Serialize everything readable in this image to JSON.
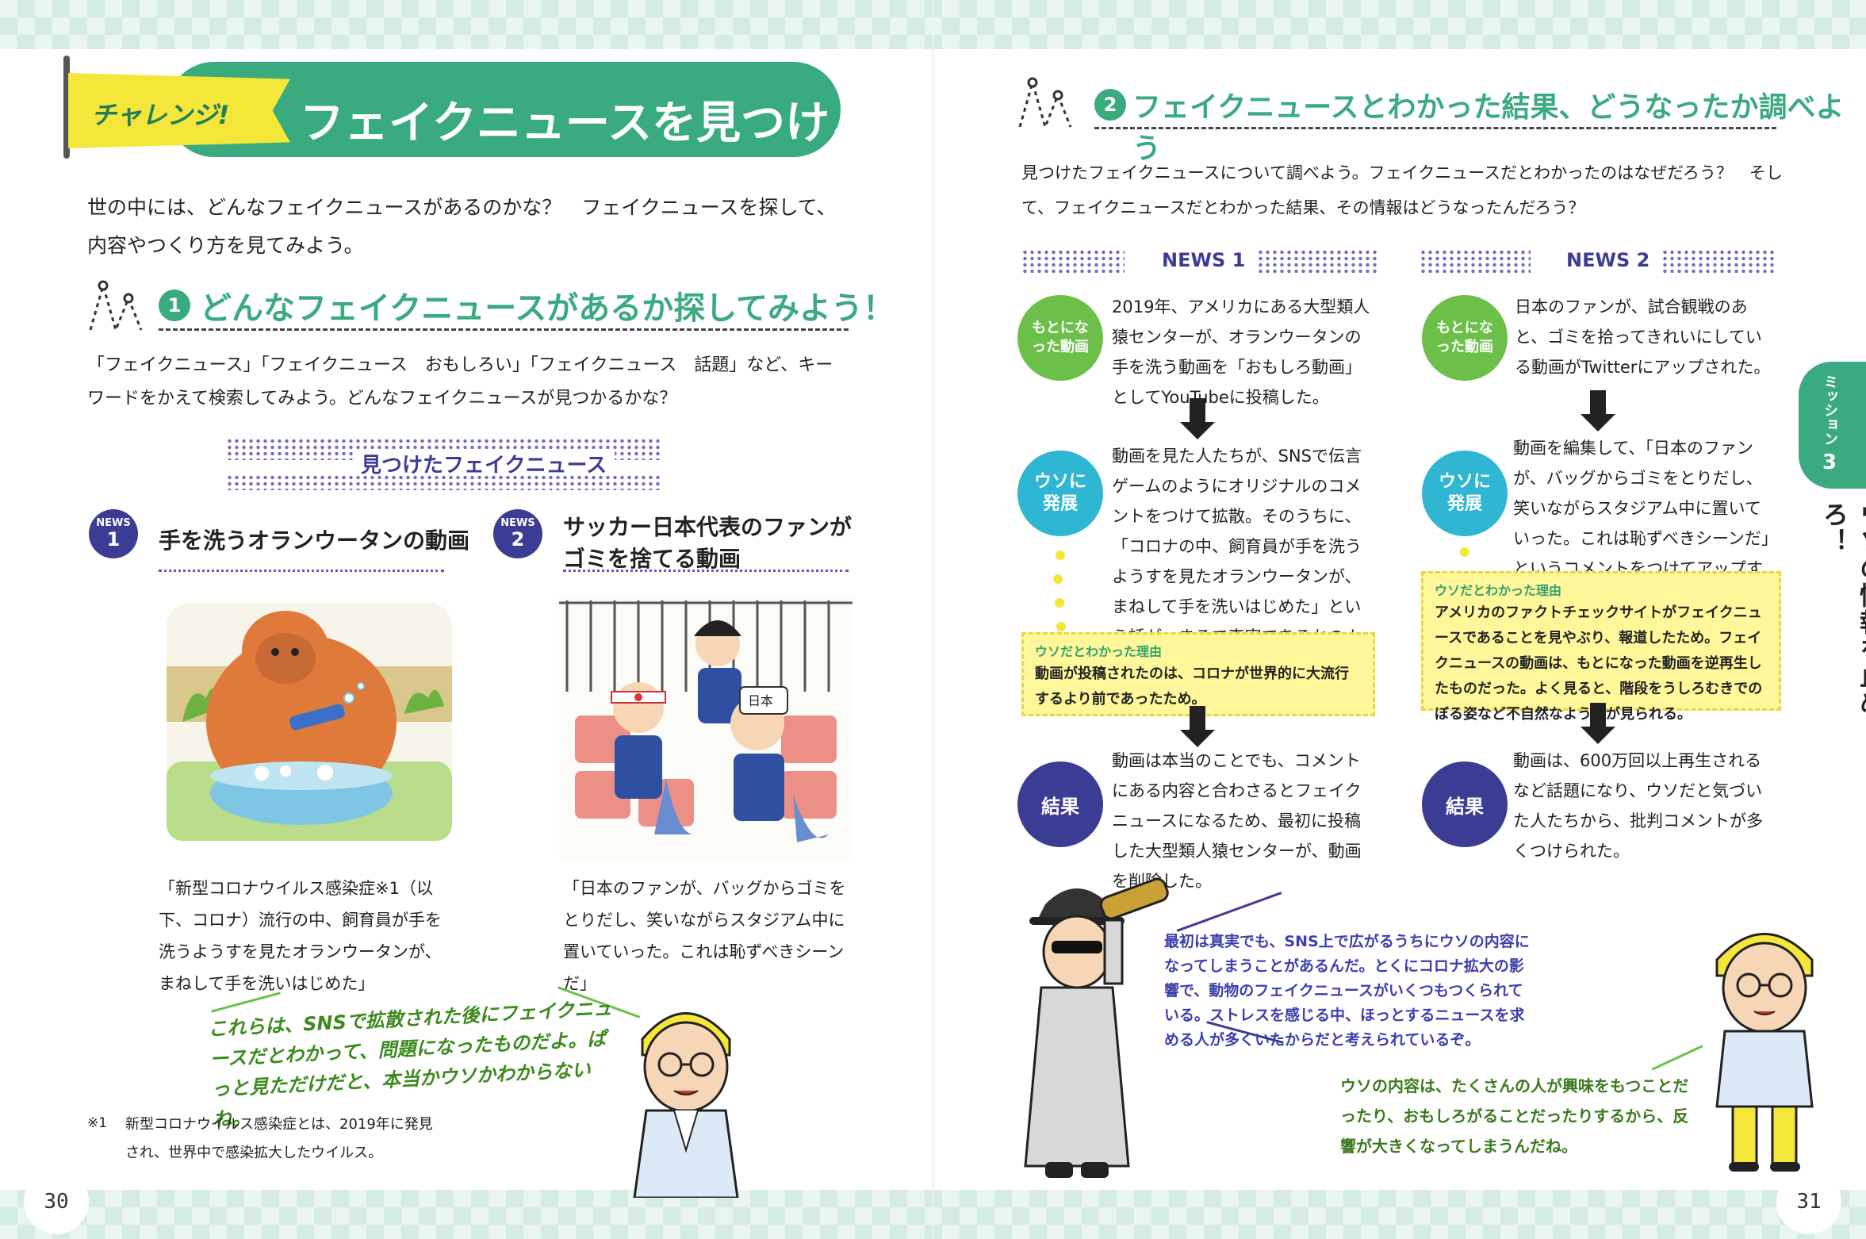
{
  "pages": {
    "left_number": "30",
    "right_number": "31"
  },
  "left": {
    "challenge_flag": "チャレンジ!",
    "title": "フェイクニュースを見つけよう!",
    "intro": "世の中には、どんなフェイクニュースがあるのかな？　フェイクニュースを探して、内容やつくり方を見てみよう。",
    "section1": {
      "num": "1",
      "title": "どんなフェイクニュースがあるか探してみよう！",
      "text": "「フェイクニュース」「フェイクニュース　おもしろい」「フェイクニュース　話題」など、キーワードをかえて検索してみよう。どんなフェイクニュースが見つかるかな？"
    },
    "found_label": "見つけたフェイクニュース",
    "news1": {
      "badge_word": "NEWS",
      "num": "1",
      "title": "手を洗うオランウータンの動画",
      "caption": "「新型コロナウイルス感染症※1（以下、コロナ）流行の中、飼育員が手を洗うようすを見たオランウータンが、まねして手を洗いはじめた」"
    },
    "news2": {
      "badge_word": "NEWS",
      "num": "2",
      "title": "サッカー日本代表のファンがゴミを捨てる動画",
      "caption": "「日本のファンが、バッグからゴミをとりだし、笑いながらスタジアム中に置いていった。これは恥ずべきシーンだ」",
      "flag_text": "日本"
    },
    "bubble": "これらは、SNSで拡散された後にフェイクニュースだとわかって、問題になったものだよ。ぱっと見ただけだと、本当かウソかわからないね。",
    "footnote_mark": "※1",
    "footnote": "新型コロナウイルス感染症とは、2019年に発見され、世界中で感染拡大したウイルス。"
  },
  "right": {
    "section2": {
      "num": "2",
      "title": "フェイクニュースとわかった結果、どうなったか調べよう",
      "intro": "見つけたフェイクニュースについて調べよう。フェイクニュースだとわかったのはなぜだろう？　そして、フェイクニュースだとわかった結果、その情報はどうなったんだろう？"
    },
    "labels": {
      "source": "もとになった動画",
      "spread": "ウソに発展",
      "result": "結果",
      "reason": "ウソだとわかった理由"
    },
    "col1": {
      "news": "NEWS 1",
      "source": "2019年、アメリカにある大型類人猿センターが、オランウータンの手を洗う動画を「おもしろ動画」としてYouTubeに投稿した。",
      "spread": "動画を見た人たちが、SNSで伝言ゲームのようにオリジナルのコメントをつけて拡散。そのうちに、「コロナの中、飼育員が手を洗うようすを見たオランウータンが、まねして手を洗いはじめた」という話が、まるで真実であるかのように広がった。",
      "reason": "動画が投稿されたのは、コロナが世界的に大流行するより前であったため。",
      "result": "動画は本当のことでも、コメントにある内容と合わさるとフェイクニュースになるため、最初に投稿した大型類人猿センターが、動画を削除した。"
    },
    "col2": {
      "news": "NEWS 2",
      "source": "日本のファンが、試合観戦のあと、ゴミを拾ってきれいにしている動画がTwitterにアップされた。",
      "spread": "動画を編集して、「日本のファンが、バッグからゴミをとりだし、笑いながらスタジアム中に置いていった。これは恥ずべきシーンだ」というコメントをつけてアップする人があらわれた。",
      "reason": "アメリカのファクトチェックサイトがフェイクニュースであることを見やぶり、報道したため。フェイクニュースの動画は、もとになった動画を逆再生したものだった。よく見ると、階段をうしろむきでのぼる姿など不自然なようすが見られる。",
      "result": "動画は、600万回以上再生されるなど話題になり、ウソだと気づいた人たちから、批判コメントが多くつけられた。"
    },
    "detective_bubble": "最初は真実でも、SNS上で広がるうちにウソの内容になってしまうことがあるんだ。とくにコロナ拡大の影響で、動物のフェイクニュースがいくつもつくられている。ストレスを感じる中、ほっとするニュースを求める人が多くいたからだと考えられているぞ。",
    "boy_bubble": "ウソの内容は、たくさんの人が興味をもつことだったり、おもしろがることだったりするから、反響が大きくなってしまうんだね。",
    "side_tab": {
      "mission": "ミッション",
      "mission_num": "3",
      "text": "ウソの情報を止めろ！"
    }
  },
  "colors": {
    "accent_green": "#3aaa7f",
    "navy": "#3b3c93",
    "yellow": "#f5e63a",
    "lime": "#6cc04a",
    "cyan": "#2fb6d2"
  }
}
